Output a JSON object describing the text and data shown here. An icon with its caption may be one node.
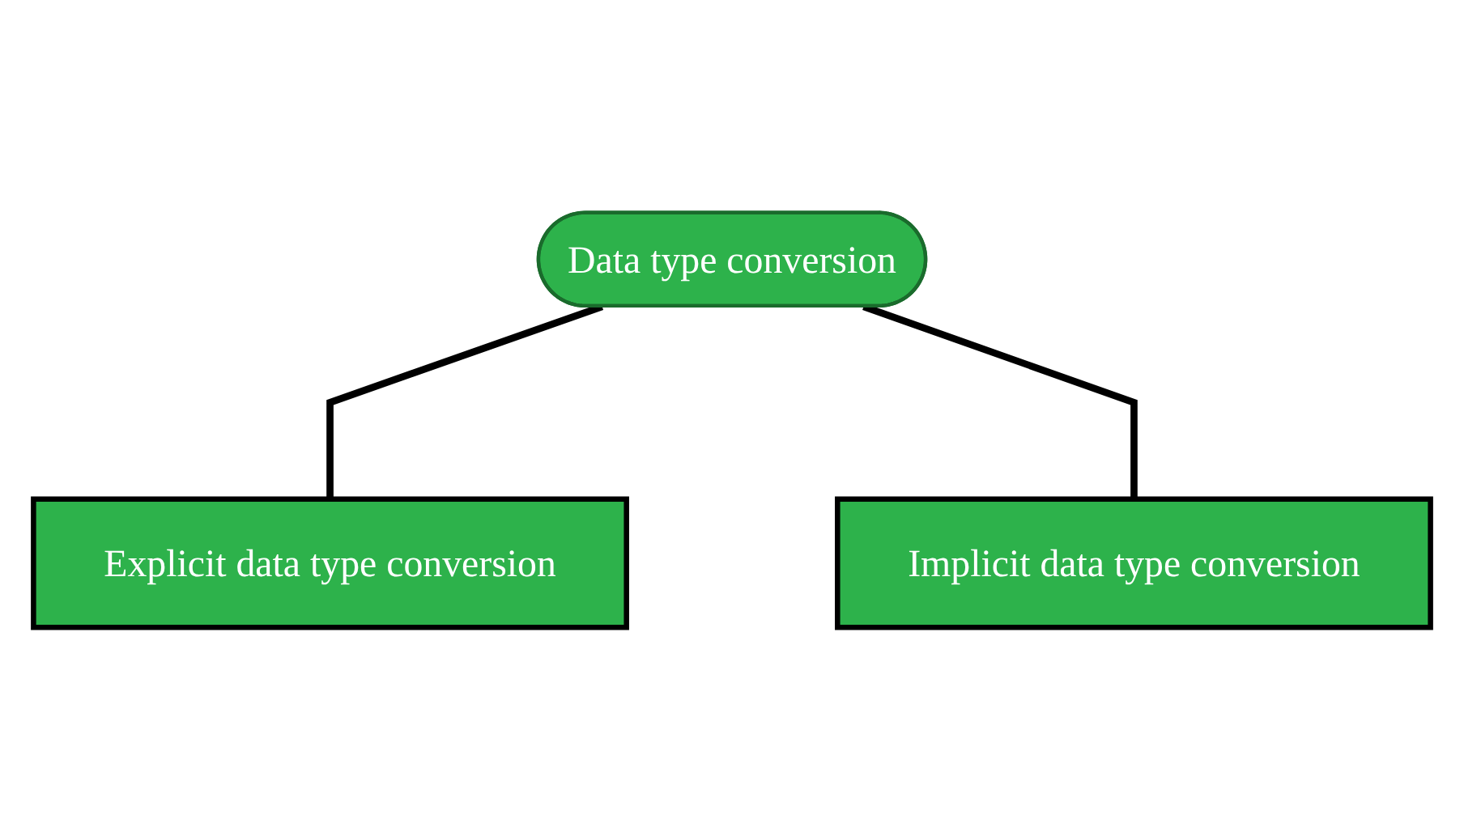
{
  "diagram": {
    "nodes": [
      {
        "text": [
          "Data type conversion"
        ]
      },
      {
        "text": [
          "Explicit data type conversion"
        ]
      },
      {
        "text": [
          "Implicit data type conversion"
        ]
      }
    ],
    "edges": [
      {
        "from": 0,
        "to": 1,
        "arrow": "none"
      },
      {
        "from": 0,
        "to": 2,
        "arrow": "none"
      }
    ]
  }
}
